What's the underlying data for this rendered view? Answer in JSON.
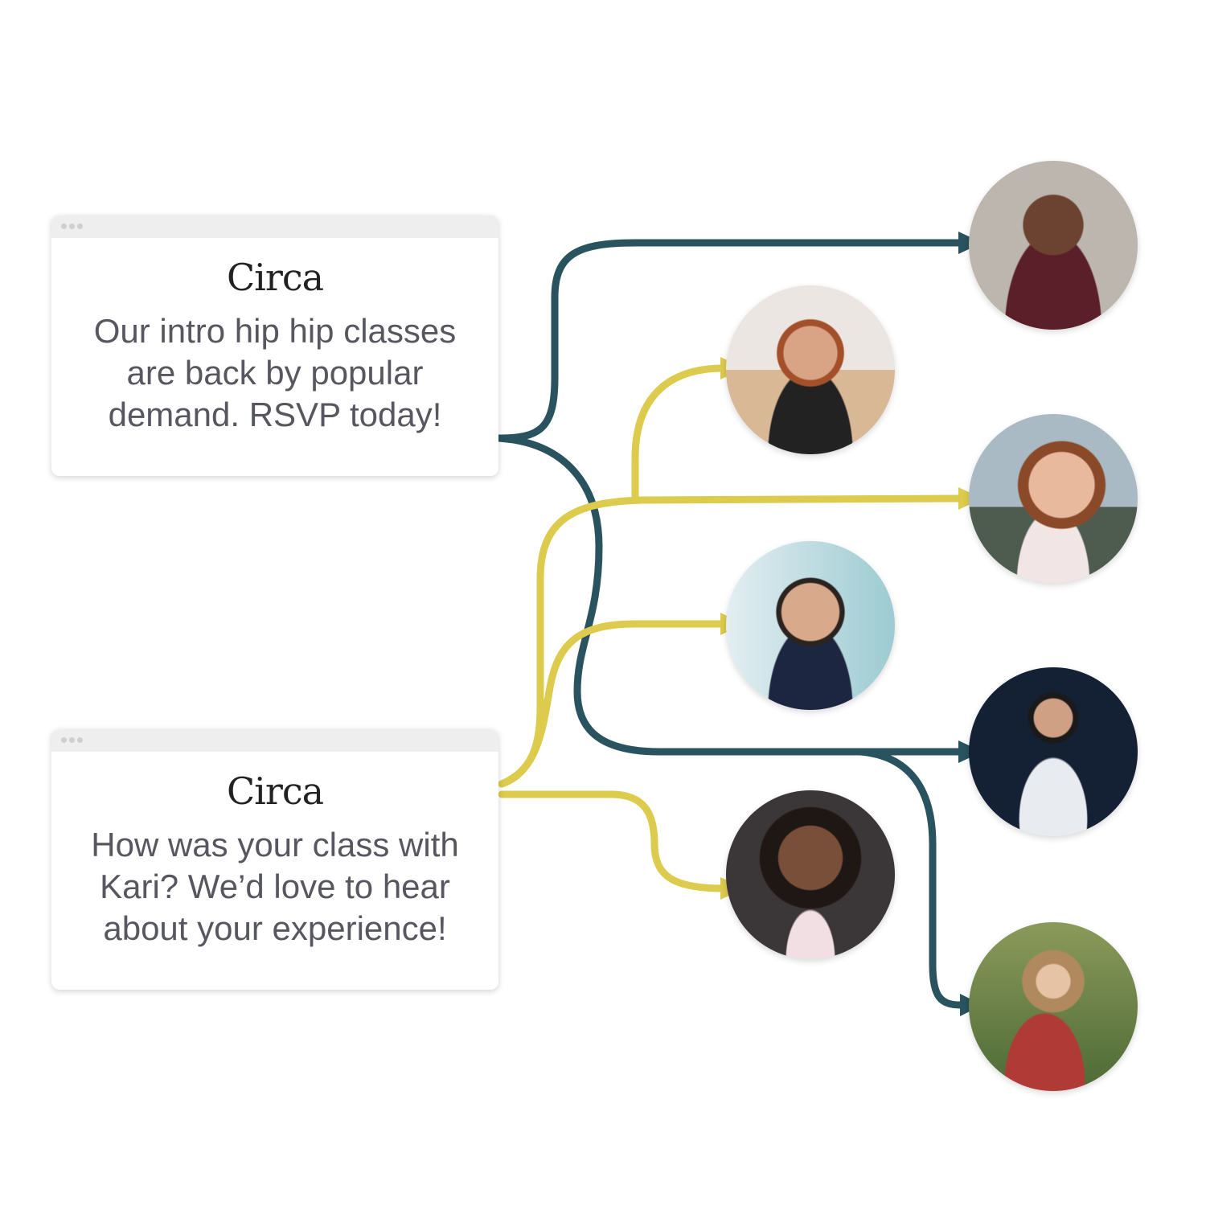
{
  "cards": [
    {
      "logo": "Circa",
      "message": "Our intro hip hip classes are back by popular demand. RSVP today!"
    },
    {
      "logo": "Circa",
      "message": "How was your class with Kari? We’d love to hear about your experience!"
    }
  ],
  "colors": {
    "teal": "#28535f",
    "yellow": "#dccb4c"
  },
  "avatars": [
    {
      "name": "avatar-man-smiling-brick-wall"
    },
    {
      "name": "avatar-woman-beach"
    },
    {
      "name": "avatar-woman-laughing-lake"
    },
    {
      "name": "avatar-man-beard"
    },
    {
      "name": "avatar-woman-peace-sign"
    },
    {
      "name": "avatar-woman-curly-hair"
    },
    {
      "name": "avatar-mother-children"
    }
  ]
}
